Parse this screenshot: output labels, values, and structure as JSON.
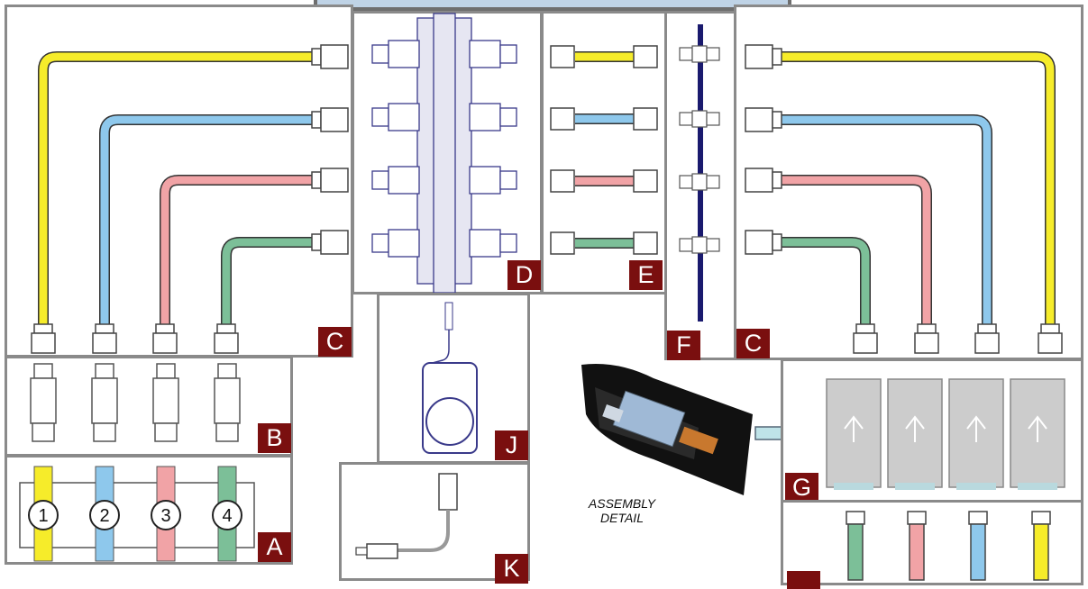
{
  "badges": {
    "c_left": "C",
    "d": "D",
    "e": "E",
    "f": "F",
    "c_right": "C",
    "b": "B",
    "a": "A",
    "j": "J",
    "k": "K",
    "g": "G"
  },
  "channel_numbers": [
    "1",
    "2",
    "3",
    "4"
  ],
  "assembly_caption": {
    "line1": "ASSEMBLY",
    "line2": "DETAIL"
  },
  "colors": {
    "yellow": "#f6ec2a",
    "blue": "#8ec8ec",
    "pink": "#f1a3a6",
    "green": "#7cbf98",
    "badge": "#7a0f0f",
    "navy": "#1a1a6e",
    "border": "#8a8a8a"
  },
  "icons": [
    "bnc-connector-icon",
    "bnc-barrel-icon",
    "amplifier-module-icon",
    "power-supply-icon",
    "usb-cable-icon",
    "arrow-right-icon"
  ]
}
